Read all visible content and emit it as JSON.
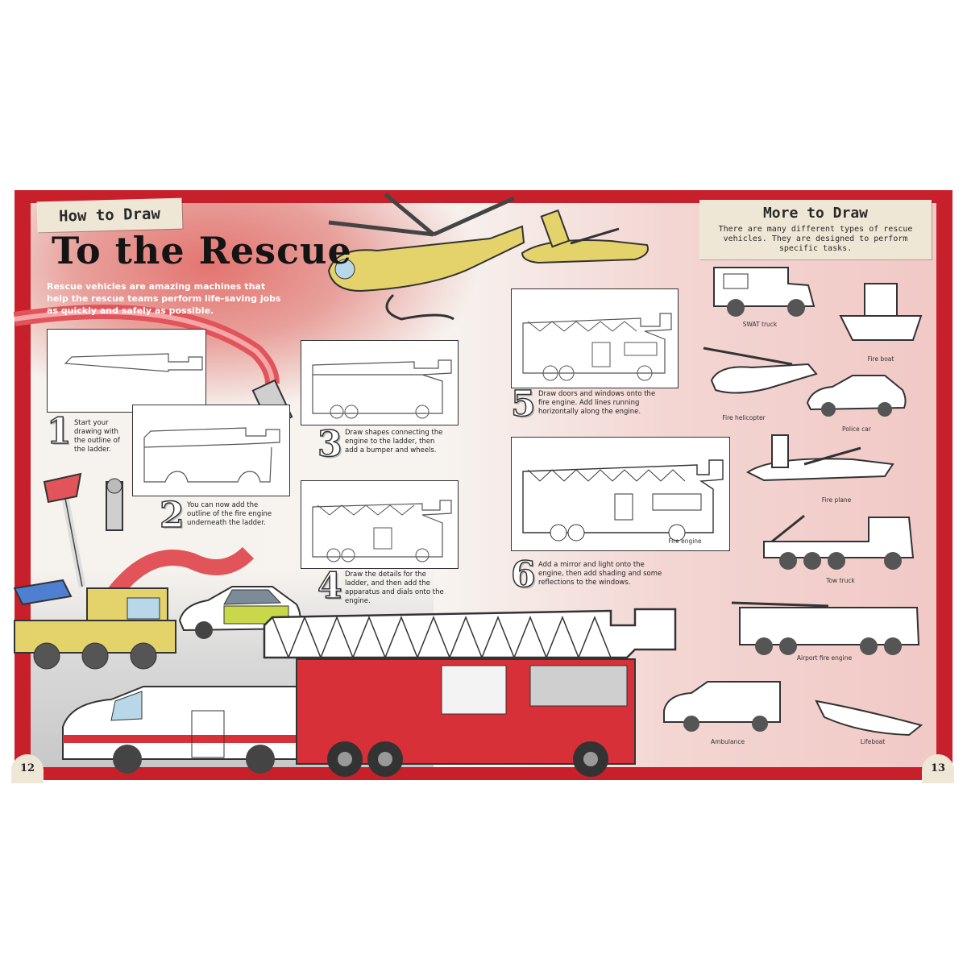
{
  "header_left": "How to Draw",
  "title": "To the Rescue",
  "intro": "Rescue vehicles are amazing machines that help the rescue teams perform life-saving jobs as quickly and safely as possible.",
  "header_right": {
    "title": "More to Draw",
    "subtitle": "There are many different types of rescue vehicles. They are designed to perform specific tasks."
  },
  "steps": [
    {
      "number": "1",
      "text": "Start your drawing with the outline of the ladder."
    },
    {
      "number": "2",
      "text": "You can now add the outline of the fire engine underneath the ladder."
    },
    {
      "number": "3",
      "text": "Draw shapes connecting the engine to the ladder, then add a bumper and wheels."
    },
    {
      "number": "4",
      "text": "Draw the details for the ladder, and then add the apparatus and dials onto the engine."
    },
    {
      "number": "5",
      "text": "Draw doors and windows onto the fire engine. Add lines running horizontally along the engine."
    },
    {
      "number": "6",
      "text": "Add a mirror and light onto the engine, then add shading and some reflections to the windows."
    }
  ],
  "final_caption": "Fire engine",
  "more_vehicles": [
    {
      "caption": "SWAT truck"
    },
    {
      "caption": "Fire boat"
    },
    {
      "caption": "Fire helicopter"
    },
    {
      "caption": "Police car"
    },
    {
      "caption": "Fire plane"
    },
    {
      "caption": "Tow truck"
    },
    {
      "caption": "Airport fire engine"
    },
    {
      "caption": "Ambulance"
    },
    {
      "caption": "Lifeboat"
    }
  ],
  "page_numbers": {
    "left": "12",
    "right": "13"
  }
}
